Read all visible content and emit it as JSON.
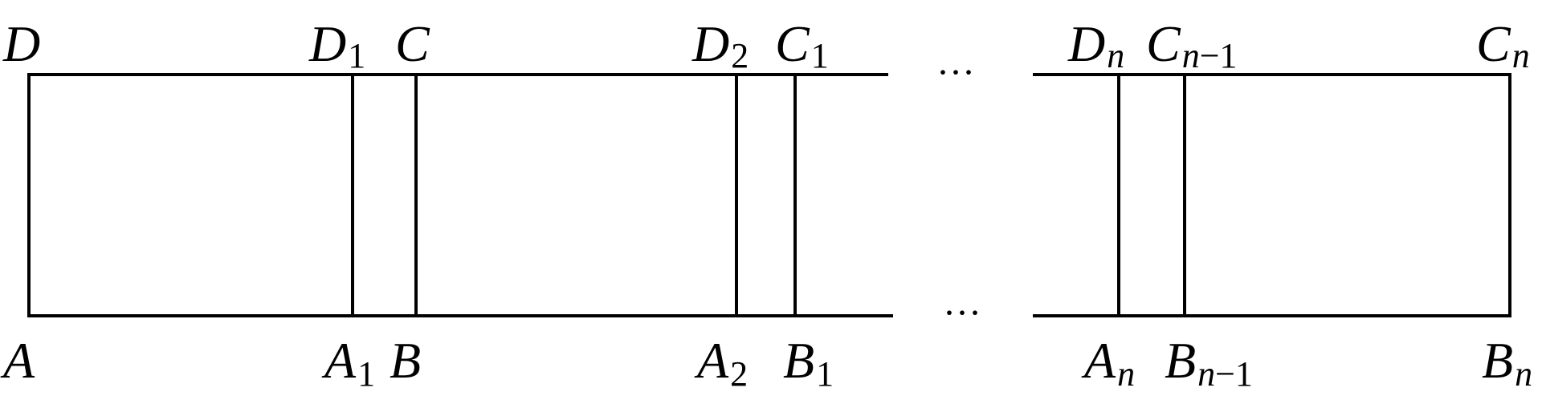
{
  "diagram": {
    "labels_top": {
      "D": "D",
      "D1_base": "D",
      "D1_sub": "1",
      "C": "C",
      "D2_base": "D",
      "D2_sub": "2",
      "C1_base": "C",
      "C1_sub": "1",
      "Dn_base": "D",
      "Dn_sub": "n",
      "Cn1_base": "C",
      "Cn1_sub_n": "n",
      "Cn1_sub_rest": "−1",
      "Cn_base": "C",
      "Cn_sub": "n"
    },
    "labels_bottom": {
      "A": "A",
      "A1_base": "A",
      "A1_sub": "1",
      "B": "B",
      "A2_base": "A",
      "A2_sub": "2",
      "B1_base": "B",
      "B1_sub": "1",
      "An_base": "A",
      "An_sub": "n",
      "Bn1_base": "B",
      "Bn1_sub_n": "n",
      "Bn1_sub_rest": "−1",
      "Bn_base": "B",
      "Bn_sub": "n"
    },
    "ellipsis_top": "···",
    "ellipsis_bottom": "···",
    "line_color": "#000000"
  }
}
